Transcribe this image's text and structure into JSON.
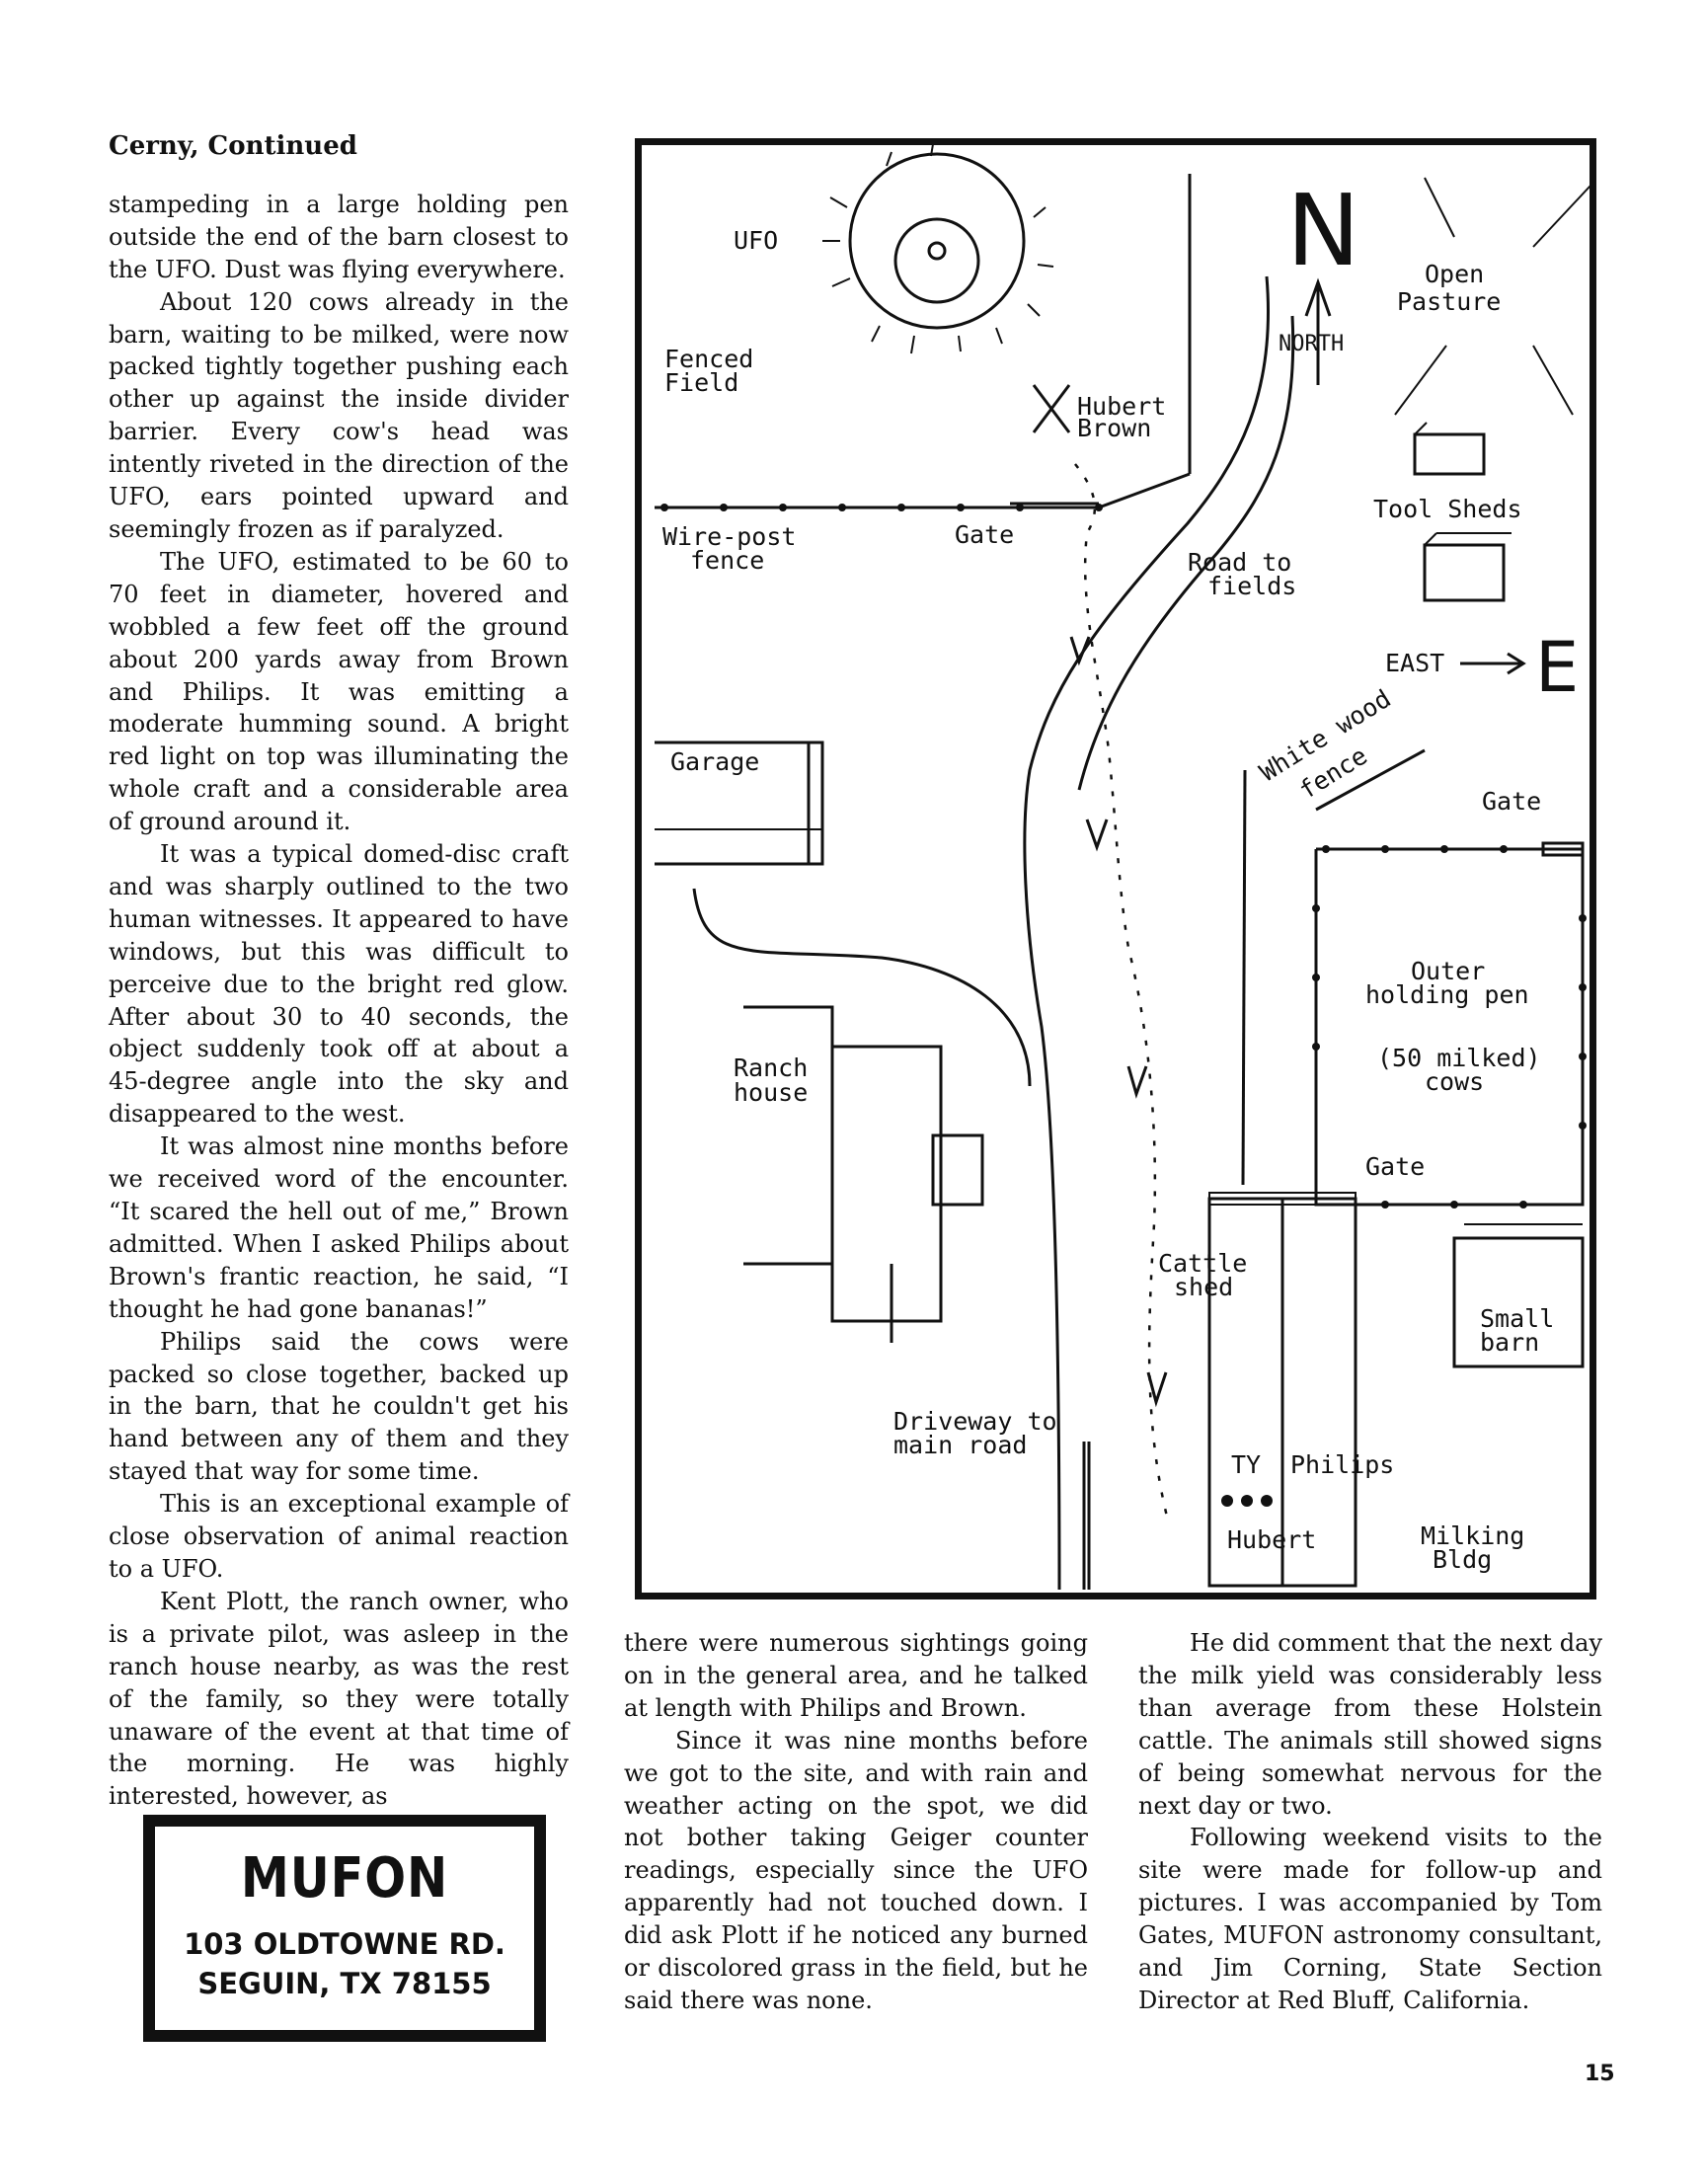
{
  "page": {
    "header": "Cerny, Continued",
    "page_number": "15"
  },
  "column1": [
    "stampeding in a large holding pen outside the end of the barn closest to the UFO. Dust was flying everywhere.",
    "About 120 cows already in the barn, waiting to be milked, were now packed tightly together pushing each other up against the inside divider barrier. Every cow's head was intently riveted in the direction of the UFO, ears pointed upward and seemingly frozen as if paralyzed.",
    "The UFO, estimated to be 60 to 70 feet in diameter, hovered and wobbled a few feet off the ground about 200 yards away from Brown and Philips. It was emitting a moderate humming sound. A bright red light on top was illuminating the whole craft and a considerable area of ground around it.",
    "It was a typical domed-disc craft and was sharply outlined to the two human witnesses. It appeared to have windows, but this was difficult to perceive due to the bright red glow. After about 30 to 40 seconds, the object suddenly took off at about a 45-degree angle into the sky and disappeared to the west.",
    "It was almost nine months before we received word of the encounter. “It scared the hell out of me,” Brown admitted. When I asked Philips about Brown's frantic reaction, he said, “I thought he had gone bananas!”",
    "Philips said the cows were packed so close together, backed up in the barn, that he couldn't get his hand between any of them and they stayed that way for some time.",
    "This is an exceptional example of close observation of animal reaction to a UFO.",
    "Kent Plott, the ranch owner, who is a private pilot, was asleep in the ranch house nearby, as was the rest of the family, so they were totally unaware of the event at that time of the morning. He was highly interested, however, as"
  ],
  "column2": [
    "there were numerous sightings going on in the general area, and he talked at length with Philips and Brown.",
    "Since it was nine months before we got to the site, and with rain and weather acting on the spot, we did not bother taking Geiger counter readings, especially since the UFO apparently had not touched down. I did ask Plott if he noticed any burned or discolored grass in the field, but he said there was none."
  ],
  "column3": [
    "He did comment that the next day the milk yield was considerably less than average from these Holstein cattle. The animals still showed signs of being somewhat nervous for the next day or two.",
    "Following weekend visits to the site were made for follow-up and pictures. I was accompanied by Tom Gates, MUFON astronomy consultant, and Jim Corning, State Section Director at Red Bluff, California."
  ],
  "ad": {
    "title": "MUFON",
    "address_line1": "103 OLDTOWNE RD.",
    "address_line2": "SEGUIN, TX 78155"
  },
  "map": {
    "ufo": "UFO",
    "fenced_field_1": "Fenced",
    "fenced_field_2": "Field",
    "hubert_brown_1": "Hubert",
    "hubert_brown_2": "Brown",
    "north_letter": "N",
    "north": "NORTH",
    "open_pasture_1": "Open",
    "open_pasture_2": "Pasture",
    "wire_post_1": "Wire-post",
    "wire_post_2": "fence",
    "gate": "Gate",
    "road_fields_1": "Road to",
    "road_fields_2": "fields",
    "tool_sheds": "Tool Sheds",
    "east": "EAST",
    "east_letter": "E",
    "garage": "Garage",
    "white_wood_fence_1": "White wood",
    "white_wood_fence_2": "fence",
    "outer_pen_1": "Outer",
    "outer_pen_2": "holding pen",
    "milked_cows_1": "(50 milked)",
    "milked_cows_2": "cows",
    "ranch_house_1": "Ranch",
    "ranch_house_2": "house",
    "cattle_shed_1": "Cattle",
    "cattle_shed_2": "shed",
    "small_barn_1": "Small",
    "small_barn_2": "barn",
    "driveway_1": "Driveway to",
    "driveway_2": "main road",
    "ty": "TY",
    "philips": "Philips",
    "hubert": "Hubert",
    "milking_bldg_1": "Milking",
    "milking_bldg_2": "Bldg"
  }
}
